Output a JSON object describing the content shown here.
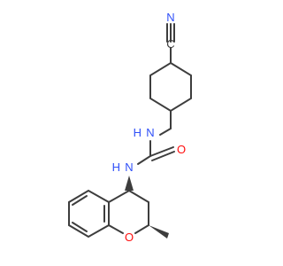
{
  "molecule": {
    "atom_labels": {
      "nitrile_carbon": "C",
      "nitrile_nitrogen": "N",
      "amine_upper": "N",
      "amine_upper_h": "H",
      "amine_lower": "N",
      "amine_lower_h": "H",
      "carbonyl_oxygen": "O",
      "ring_oxygen": "O"
    },
    "colors": {
      "bond": "#3d3d3d",
      "nitrogen": "#3050f8",
      "oxygen": "#ff0d0d"
    }
  }
}
